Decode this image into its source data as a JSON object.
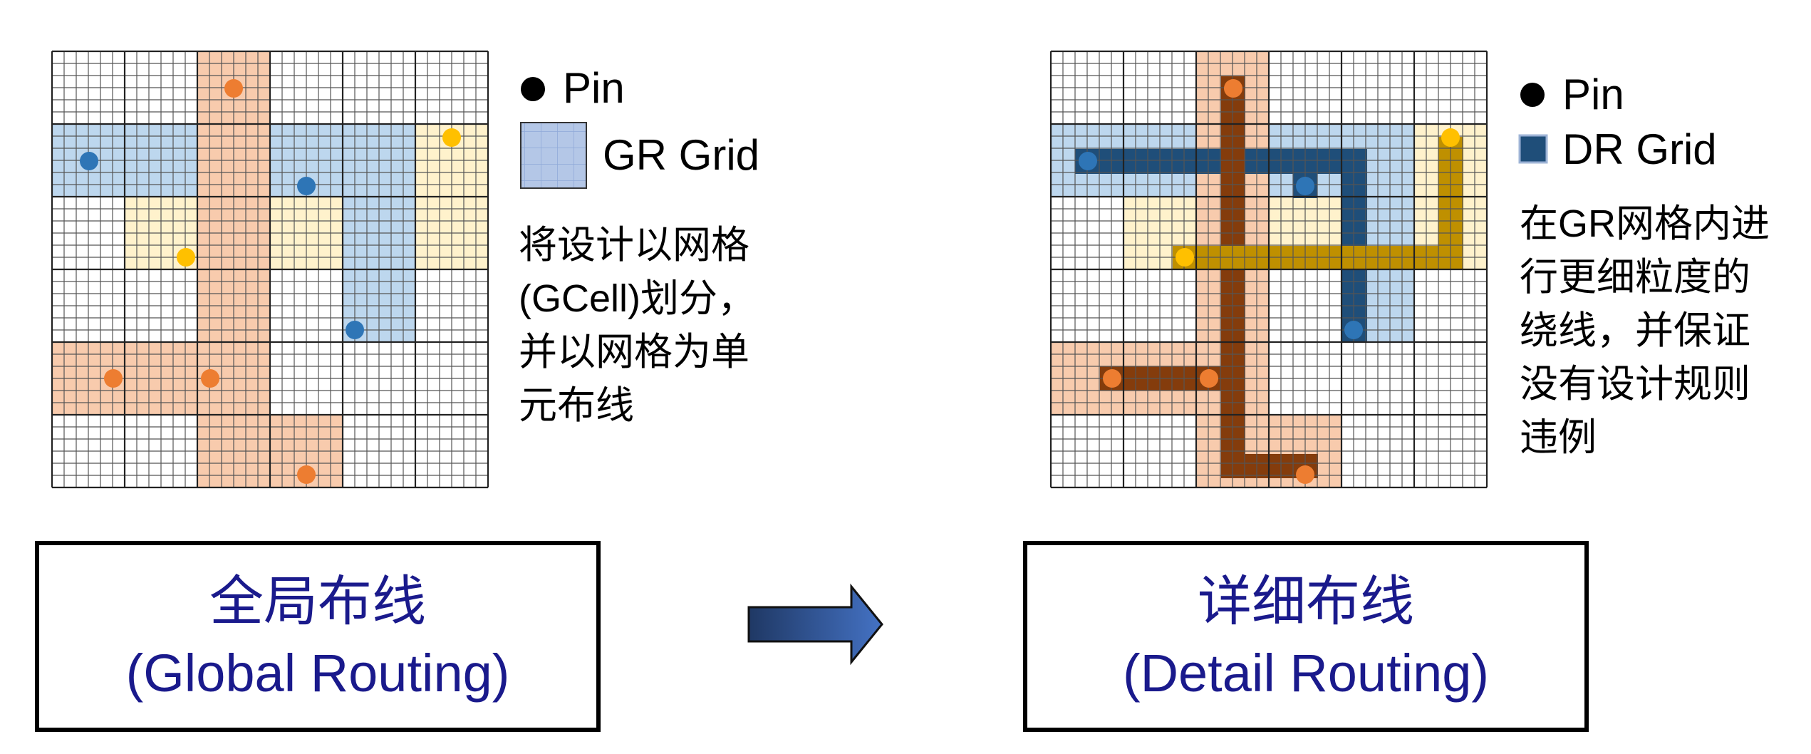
{
  "legend_gr": {
    "pin": "Pin",
    "grid": "GR Grid"
  },
  "legend_dr": {
    "pin": "Pin",
    "grid": "DR Grid"
  },
  "desc_gr": [
    "将设计以网格",
    "(GCell)划分，",
    "并以网格为单",
    "元布线"
  ],
  "desc_dr": [
    "在GR网格内进",
    "行更细粒度的",
    "绕线，并保证",
    "没有设计规则",
    "违例"
  ],
  "box_global": {
    "title": "全局布线",
    "subtitle": "(Global Routing)"
  },
  "box_detail": {
    "title": "详细布线",
    "subtitle": "(Detail Routing)"
  },
  "colors": {
    "orange_fill": "#F8CBAD",
    "orange_pin": "#ED7D31",
    "blue_fill": "#BDD7EE",
    "blue_pin": "#2E75B6",
    "yellow_fill": "#FFF2CC",
    "yellow_pin": "#FFC000",
    "dr_blue_wire": "#1F4E79",
    "dr_orange_wire": "#843C0C",
    "dr_yellow_wire": "#BF9000",
    "title_text": "#1A1A8C"
  }
}
